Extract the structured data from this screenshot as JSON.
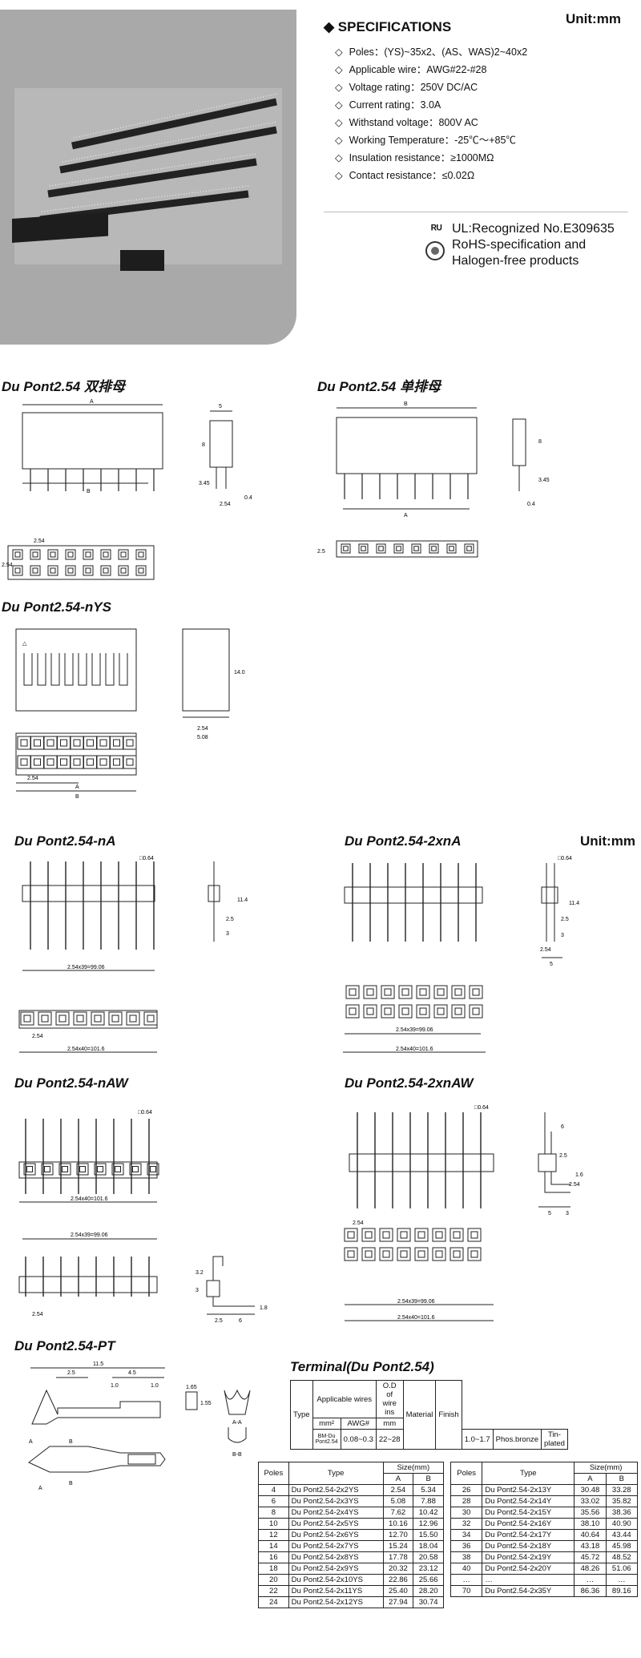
{
  "specs": {
    "title": "SPECIFICATIONS",
    "unit": "Unit:mm",
    "items": [
      "Poles：(YS)~35x2、(AS、WAS)2~40x2",
      "Applicable wire：AWG#22-#28",
      "Voltage rating：250V DC/AC",
      "Current rating：3.0A",
      "Withstand voltage：800V AC",
      "Working Temperature：-25℃～+85℃",
      "Insulation resistance：≥1000MΩ",
      "Contact resistance：≤0.02Ω"
    ],
    "ul": "UL:Recognized No.E309635",
    "rohs1": "RoHS-specification and",
    "rohs2": "Halogen-free products",
    "ul_logo": "ᴿᵁ"
  },
  "sections": {
    "s1": "Du Pont2.54 双排母",
    "s2": "Du Pont2.54 单排母",
    "s3": "Du Pont2.54-nYS",
    "s4": "Du Pont2.54-nA",
    "s5": "Du Pont2.54-2xnA",
    "s6": "Du Pont2.54-nAW",
    "s7": "Du Pont2.54-2xnAW",
    "s8": "Du Pont2.54-PT",
    "unit2": "Unit:mm"
  },
  "dims": {
    "A": "A",
    "B": "B",
    "d5": "5",
    "d8": "8",
    "d345": "3.45",
    "d04": "0.4",
    "d254": "2.54",
    "d14": "14.0",
    "d508": "5.08",
    "d064": "□0.64",
    "d114": "11.4",
    "d25": "2.5",
    "d3": "3",
    "d9906": "2.54x39=99.06",
    "d1016": "2.54x40=101.6",
    "d6": "6",
    "d16": "1.6",
    "d32": "3.2",
    "d18": "1.8",
    "d115": "11.5",
    "d45": "4.5",
    "d10": "1.0",
    "d165": "1.65",
    "d155": "1.55",
    "AA": "A-A",
    "BB": "B-B"
  },
  "terminal": {
    "title": "Terminal(Du Pont2.54)",
    "h_type": "Type",
    "h_wires": "Applicable wires",
    "h_od": "O.D of wire ins",
    "h_mat": "Material",
    "h_fin": "Finish",
    "h_mm2": "mm²",
    "h_awg": "AWG#",
    "h_mm": "mm",
    "row": {
      "type": "BM-Du Pont2.54",
      "mm2": "0.08~0.3",
      "awg": "22~28",
      "od": "1.0~1.7",
      "mat": "Phos.bronze",
      "fin": "Tin-plated"
    }
  },
  "size_table_left": {
    "h_poles": "Poles",
    "h_type": "Type",
    "h_size": "Size(mm)",
    "h_a": "A",
    "h_b": "B",
    "rows": [
      [
        "4",
        "Du Pont2.54-2x2YS",
        "2.54",
        "5.34"
      ],
      [
        "6",
        "Du Pont2.54-2x3YS",
        "5.08",
        "7.88"
      ],
      [
        "8",
        "Du Pont2.54-2x4YS",
        "7.62",
        "10.42"
      ],
      [
        "10",
        "Du Pont2.54-2x5YS",
        "10.16",
        "12.96"
      ],
      [
        "12",
        "Du Pont2.54-2x6YS",
        "12.70",
        "15.50"
      ],
      [
        "14",
        "Du Pont2.54-2x7YS",
        "15.24",
        "18.04"
      ],
      [
        "16",
        "Du Pont2.54-2x8YS",
        "17.78",
        "20.58"
      ],
      [
        "18",
        "Du Pont2.54-2x9YS",
        "20.32",
        "23.12"
      ],
      [
        "20",
        "Du Pont2.54-2x10YS",
        "22.86",
        "25.66"
      ],
      [
        "22",
        "Du Pont2.54-2x11YS",
        "25.40",
        "28.20"
      ],
      [
        "24",
        "Du Pont2.54-2x12YS",
        "27.94",
        "30.74"
      ]
    ]
  },
  "size_table_right": {
    "h_poles": "Poles",
    "h_type": "Type",
    "h_size": "Size(mm)",
    "h_a": "A",
    "h_b": "B",
    "rows": [
      [
        "26",
        "Du Pont2.54-2x13Y",
        "30.48",
        "33.28"
      ],
      [
        "28",
        "Du Pont2.54-2x14Y",
        "33.02",
        "35.82"
      ],
      [
        "30",
        "Du Pont2.54-2x15Y",
        "35.56",
        "38.36"
      ],
      [
        "32",
        "Du Pont2.54-2x16Y",
        "38.10",
        "40.90"
      ],
      [
        "34",
        "Du Pont2.54-2x17Y",
        "40.64",
        "43.44"
      ],
      [
        "36",
        "Du Pont2.54-2x18Y",
        "43.18",
        "45.98"
      ],
      [
        "38",
        "Du Pont2.54-2x19Y",
        "45.72",
        "48.52"
      ],
      [
        "40",
        "Du Pont2.54-2x20Y",
        "48.26",
        "51.06"
      ],
      [
        "…",
        "…",
        "…",
        "…"
      ],
      [
        "70",
        "Du Pont2.54-2x35Y",
        "86.36",
        "89.16"
      ]
    ]
  }
}
